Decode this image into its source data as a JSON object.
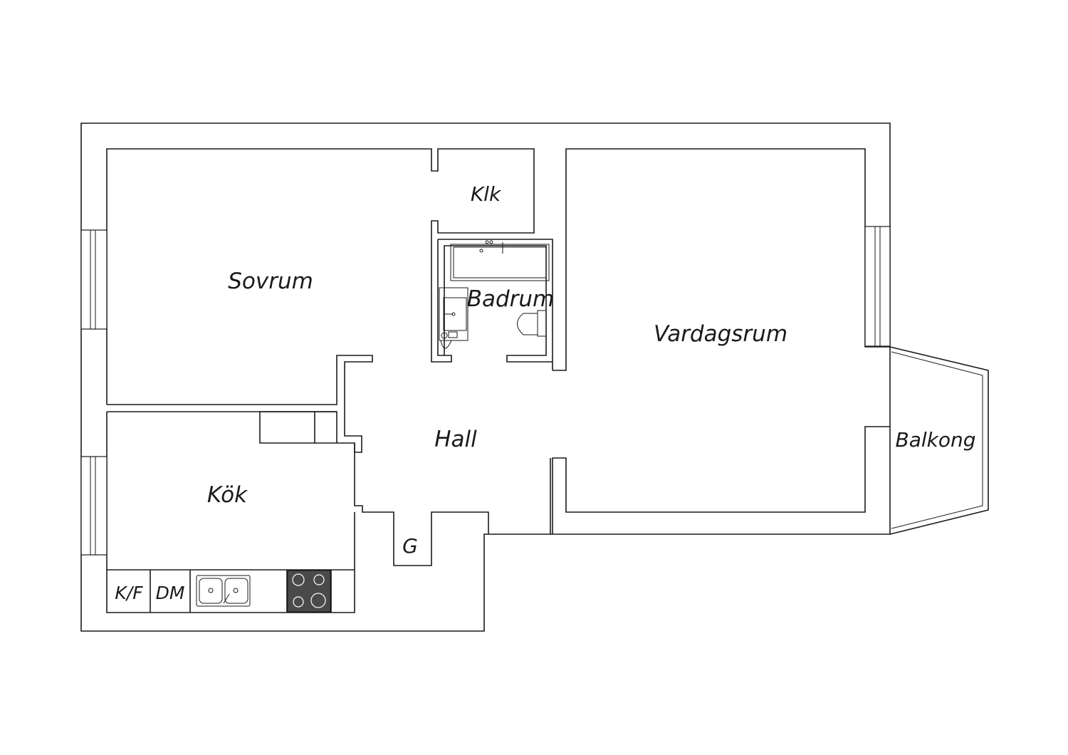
{
  "rooms": {
    "sovrum": "Sovrum",
    "klk": "Klk",
    "badrum": "Badrum",
    "vardagsrum": "Vardagsrum",
    "hall": "Hall",
    "kok": "Kök",
    "balkong": "Balkong",
    "g": "G"
  },
  "appliances": {
    "kf": "K/F",
    "dm": "DM"
  },
  "colors": {
    "line": "#1a1a1a",
    "background": "#ffffff",
    "stove": "#4a4a4a"
  }
}
